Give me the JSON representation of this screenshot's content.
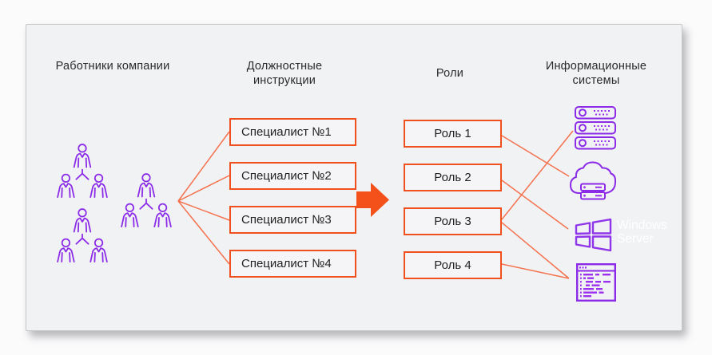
{
  "palette": {
    "orange_border": "#F0501E",
    "orange_arrow": "#F4511A",
    "orange_line": "#F4724E",
    "purple_icon": "#8B2BE8",
    "purple_accent": "#9B30F0",
    "text": "#2B2B2B",
    "card_bg": "#F1F2F4",
    "page_bg": "#FBFBFC",
    "windows_label_color": "#FFFFFF"
  },
  "headers": {
    "employees": "Работники компании",
    "instructions": "Должностные инструкции",
    "roles": "Роли",
    "systems": "Информационные системы"
  },
  "employees": {
    "icon": "team-icon",
    "group_count": 3
  },
  "specialists": [
    "Специалист №1",
    "Специалист №2",
    "Специалист №3",
    "Специалист №4"
  ],
  "roles": [
    "Роль 1",
    "Роль 2",
    "Роль 3",
    "Роль 4"
  ],
  "systems": {
    "icons": [
      "server-rack-icon",
      "cloud-server-icon",
      "windows-logo-icon",
      "code-window-icon"
    ],
    "windows_server_label": "Windows Server"
  },
  "connections": {
    "employees_to_specialists": "fan from employee groups to all four specialist boxes",
    "flow": "specialists -> arrow -> roles",
    "roles_to_systems": [
      {
        "role": "Роль 1",
        "system": "cloud-server"
      },
      {
        "role": "Роль 2",
        "system": "windows-server"
      },
      {
        "role": "Роль 3",
        "system": "server-rack"
      },
      {
        "role": "Роль 3",
        "system": "code-window"
      },
      {
        "role": "Роль 4",
        "system": "code-window"
      }
    ]
  }
}
